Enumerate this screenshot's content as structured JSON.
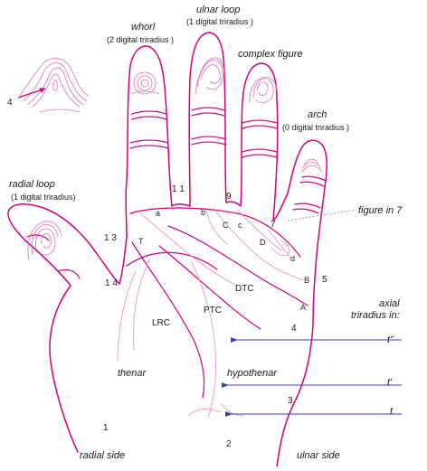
{
  "patterns": {
    "whorl": {
      "name": "whorl",
      "triradius": "(2 digital triradius )"
    },
    "ulnar_loop": {
      "name": "ulnar loop",
      "triradius": "(1 digital triradius )"
    },
    "complex_figure": {
      "name": "complex figure"
    },
    "arch": {
      "name": "arch",
      "triradius": "(0 digital triradius )"
    },
    "radial_loop": {
      "name": "radial loop",
      "triradius": "(1 digital triradius)"
    },
    "figure_in_7": "figure in 7"
  },
  "inset_number": "4",
  "ridge_counts": {
    "n11": "1 1",
    "n9": "9",
    "n7": "7",
    "n13": "1 3",
    "n14": "1 4",
    "n5": "5",
    "n4": "4",
    "n3": "3",
    "n2": "2",
    "n1": "1"
  },
  "triradii": {
    "a": "a",
    "b": "b",
    "c": "c",
    "d": "d",
    "T": "T",
    "A": "A",
    "B": "B",
    "C": "C",
    "D": "D"
  },
  "creases": {
    "DTC": "DTC",
    "PTC": "PTC",
    "LRC": "LRC"
  },
  "areas": {
    "thenar": "thenar",
    "hypothenar": "hypothenar"
  },
  "axial": {
    "title_line1": "axial",
    "title_line2": "triradius in:",
    "t2": "t''",
    "t1": "t'",
    "t": "t"
  },
  "sides": {
    "radial": "radial side",
    "ulnar": "ulnar side"
  },
  "colors": {
    "outline": "#d4007e",
    "ridge": "#e36bb6",
    "arrow": "#3742b8",
    "text": "#1a1a1a"
  }
}
